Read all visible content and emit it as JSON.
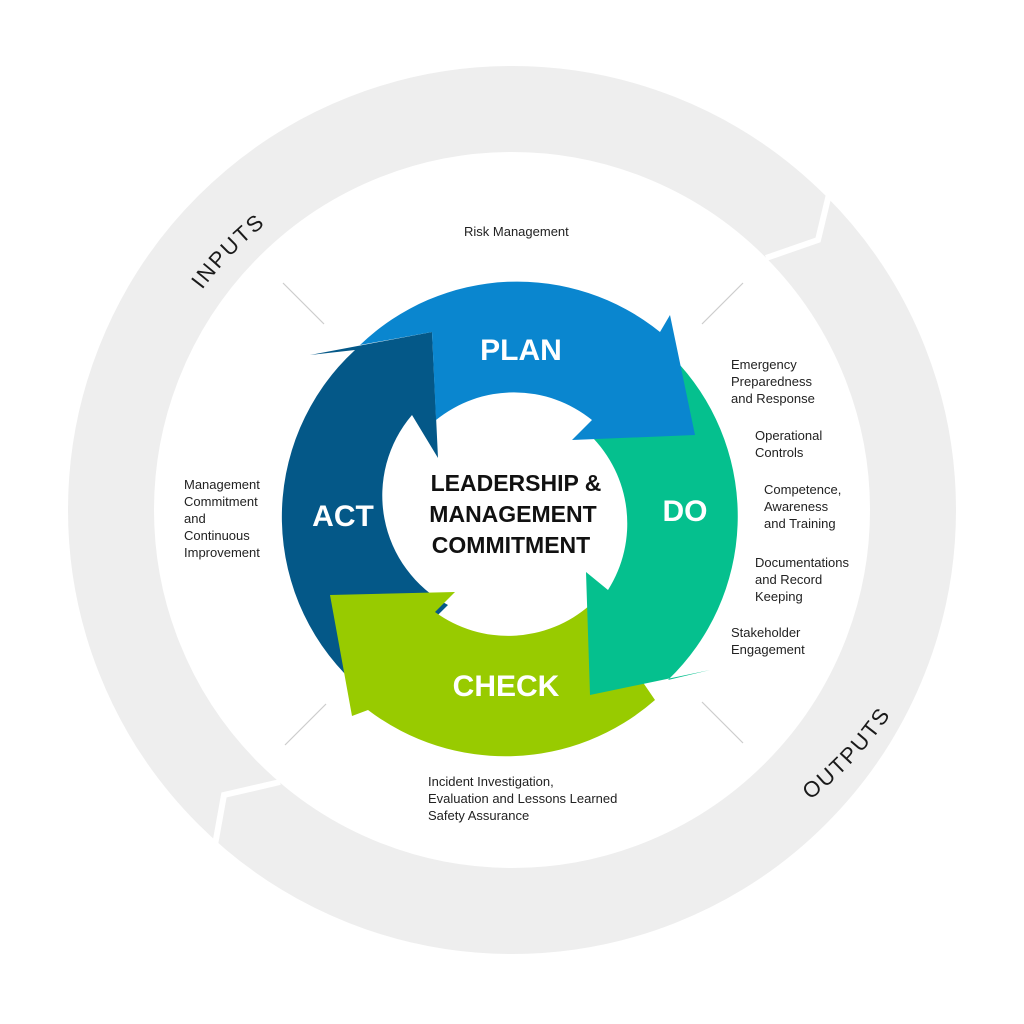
{
  "colors": {
    "ring": "#eeeeee",
    "plan": "#0a86cf",
    "do": "#05c08e",
    "check": "#98cb00",
    "act": "#045888",
    "tick": "#cccccc"
  },
  "ring": {
    "inputs_label": "INPUTS",
    "outputs_label": "OUTPUTS"
  },
  "cycle": {
    "center_lines": [
      "LEADERSHIP &",
      "MANAGEMENT",
      "COMMITMENT"
    ],
    "phases": {
      "plan": "PLAN",
      "do": "DO",
      "check": "CHECK",
      "act": "ACT"
    }
  },
  "notes": {
    "risk_management": "Risk Management",
    "emergency": "Emergency\nPreparedness\nand Response",
    "operational": "Operational\nControls",
    "competence": "Competence,\nAwareness\nand Training",
    "documentation": "Documentations\nand Record\nKeeping",
    "stakeholder": "Stakeholder\nEngagement",
    "incident": "Incident Investigation,\nEvaluation and Lessons Learned\nSafety Assurance",
    "management": "Management\nCommitment\nand\nContinuous\nImprovement"
  }
}
